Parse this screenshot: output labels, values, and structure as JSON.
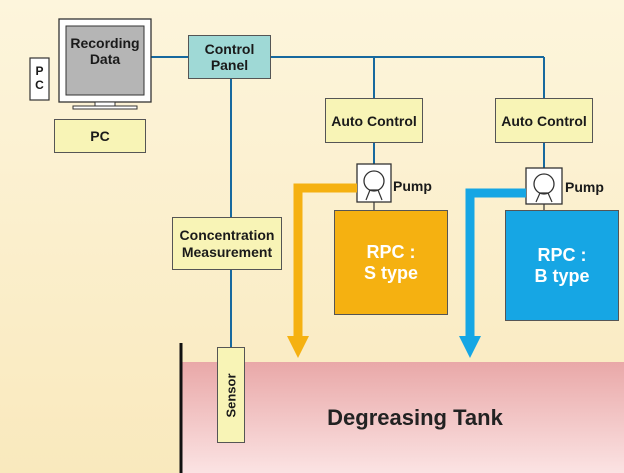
{
  "computer": {
    "screen_text": "Recording\nData",
    "side_label": "P\nC",
    "box_label": "PC"
  },
  "control_panel": {
    "label": "Control\nPanel"
  },
  "auto_control_1": {
    "label": "Auto Control"
  },
  "auto_control_2": {
    "label": "Auto Control"
  },
  "pump_1": {
    "label": "Pump"
  },
  "pump_2": {
    "label": "Pump"
  },
  "rpc_s": {
    "label": "RPC :\nS type",
    "color": "#f5b111"
  },
  "rpc_b": {
    "label": "RPC :\nB type",
    "color": "#16a6e4"
  },
  "concentration": {
    "label": "Concentration\nMeasurement"
  },
  "sensor": {
    "label": "Sensor"
  },
  "tank": {
    "label": "Degreasing Tank"
  },
  "colors": {
    "wire": "#17699e",
    "cream_box": "#f8f4b6",
    "teal_box": "#9fd9d6",
    "tank_top": "#e9a8a8",
    "tank_bottom": "#fbe3e3"
  }
}
